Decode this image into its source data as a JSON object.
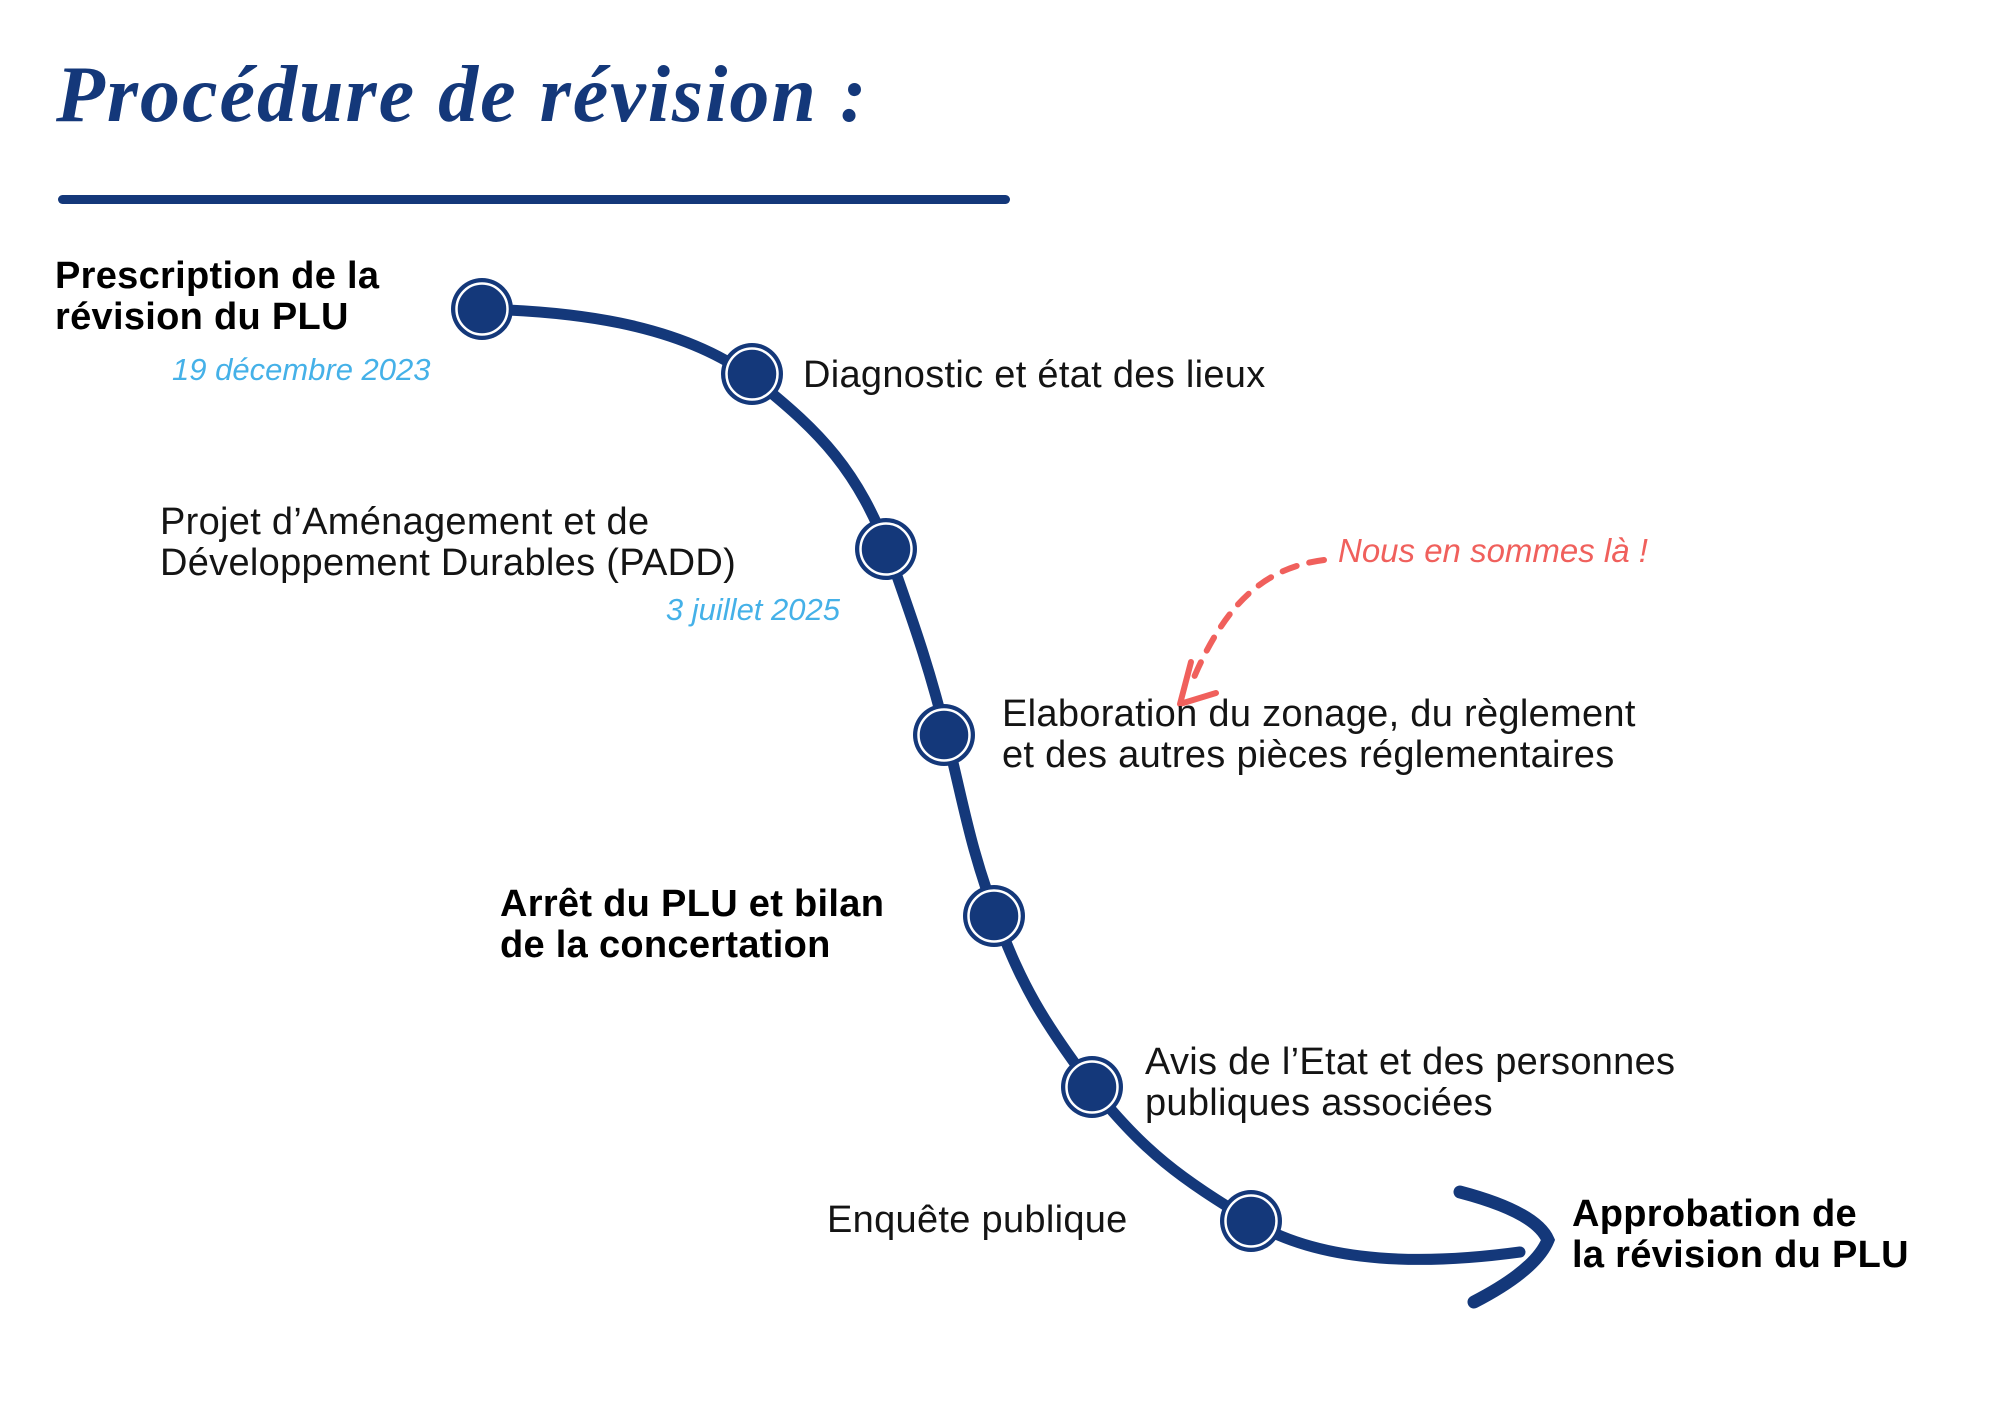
{
  "title": {
    "text": "Procédure de révision :"
  },
  "colors": {
    "navy": "#14387a",
    "light_blue": "#45b1e8",
    "coral": "#f0605c",
    "text_black": "#141414"
  },
  "steps": [
    {
      "line1": "Prescription de la",
      "line2": "révision du PLU",
      "date": "19 décembre 2023"
    },
    {
      "line1": "Diagnostic et état des lieux"
    },
    {
      "line1": "Projet d’Aménagement et de",
      "line2": "Développement Durables (PADD)",
      "date": "3 juillet 2025"
    },
    {
      "line1": "Elaboration du zonage, du règlement",
      "line2": "et des autres pièces réglementaires"
    },
    {
      "line1": "Arrêt du PLU et bilan",
      "line2": "de la concertation"
    },
    {
      "line1": "Avis de l’Etat et des personnes",
      "line2": "publiques associées"
    },
    {
      "line1": "Enquête publique"
    },
    {
      "line1": "Approbation de",
      "line2": "la révision du PLU"
    }
  ],
  "annotation": {
    "text": "Nous en sommes là !"
  }
}
